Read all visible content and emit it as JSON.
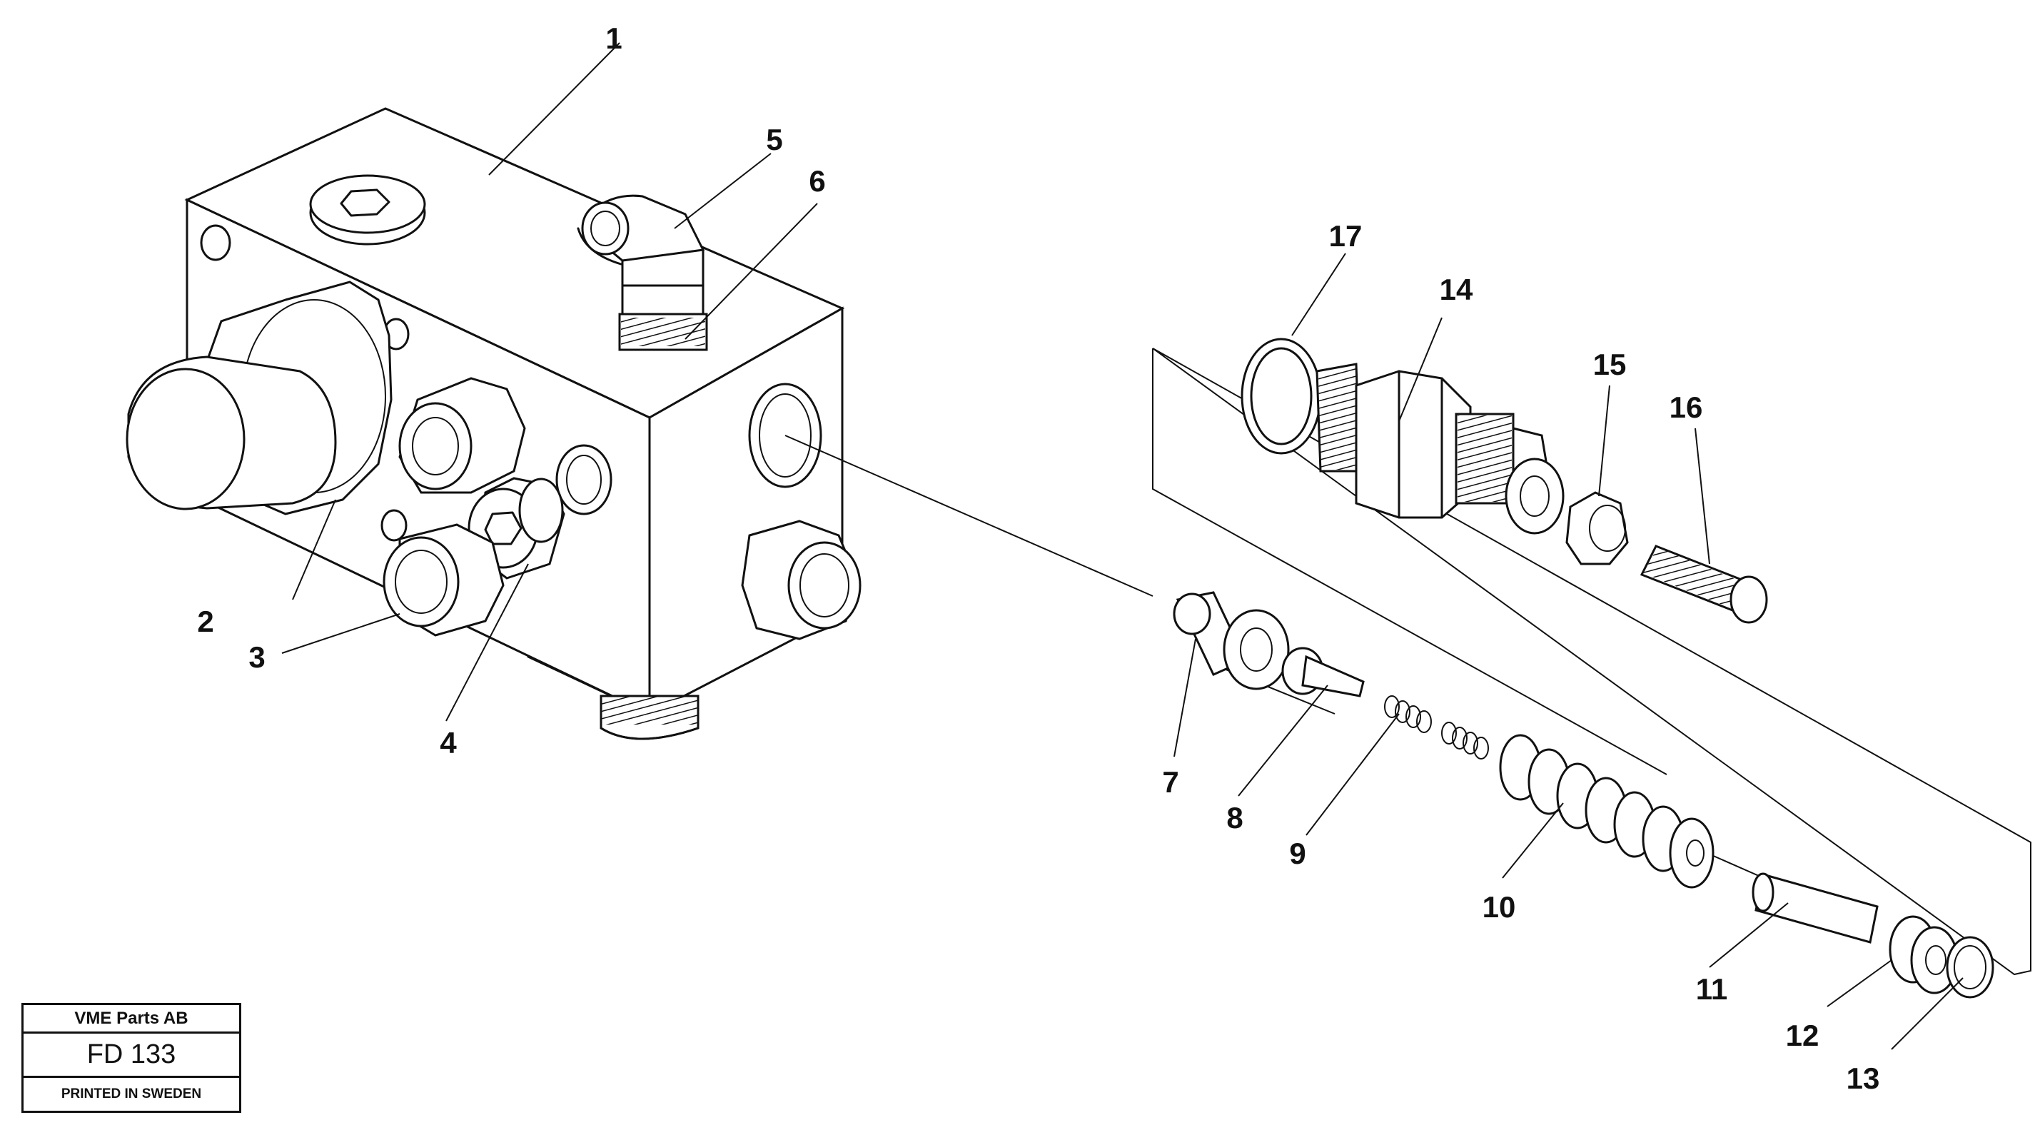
{
  "parts": [
    {
      "id": "part-1",
      "label": "1"
    },
    {
      "id": "part-2",
      "label": "2"
    },
    {
      "id": "part-3",
      "label": "3"
    },
    {
      "id": "part-4",
      "label": "4"
    },
    {
      "id": "part-5",
      "label": "5"
    },
    {
      "id": "part-6",
      "label": "6"
    },
    {
      "id": "part-7",
      "label": "7"
    },
    {
      "id": "part-8",
      "label": "8"
    },
    {
      "id": "part-9",
      "label": "9"
    },
    {
      "id": "part-10",
      "label": "10"
    },
    {
      "id": "part-11",
      "label": "11"
    },
    {
      "id": "part-12",
      "label": "12"
    },
    {
      "id": "part-13",
      "label": "13"
    },
    {
      "id": "part-14",
      "label": "14"
    },
    {
      "id": "part-15",
      "label": "15"
    },
    {
      "id": "part-16",
      "label": "16"
    },
    {
      "id": "part-17",
      "label": "17"
    }
  ],
  "title_block": {
    "company": "VME Parts AB",
    "drawing_number": "FD 133",
    "printed": "PRINTED IN SWEDEN"
  }
}
